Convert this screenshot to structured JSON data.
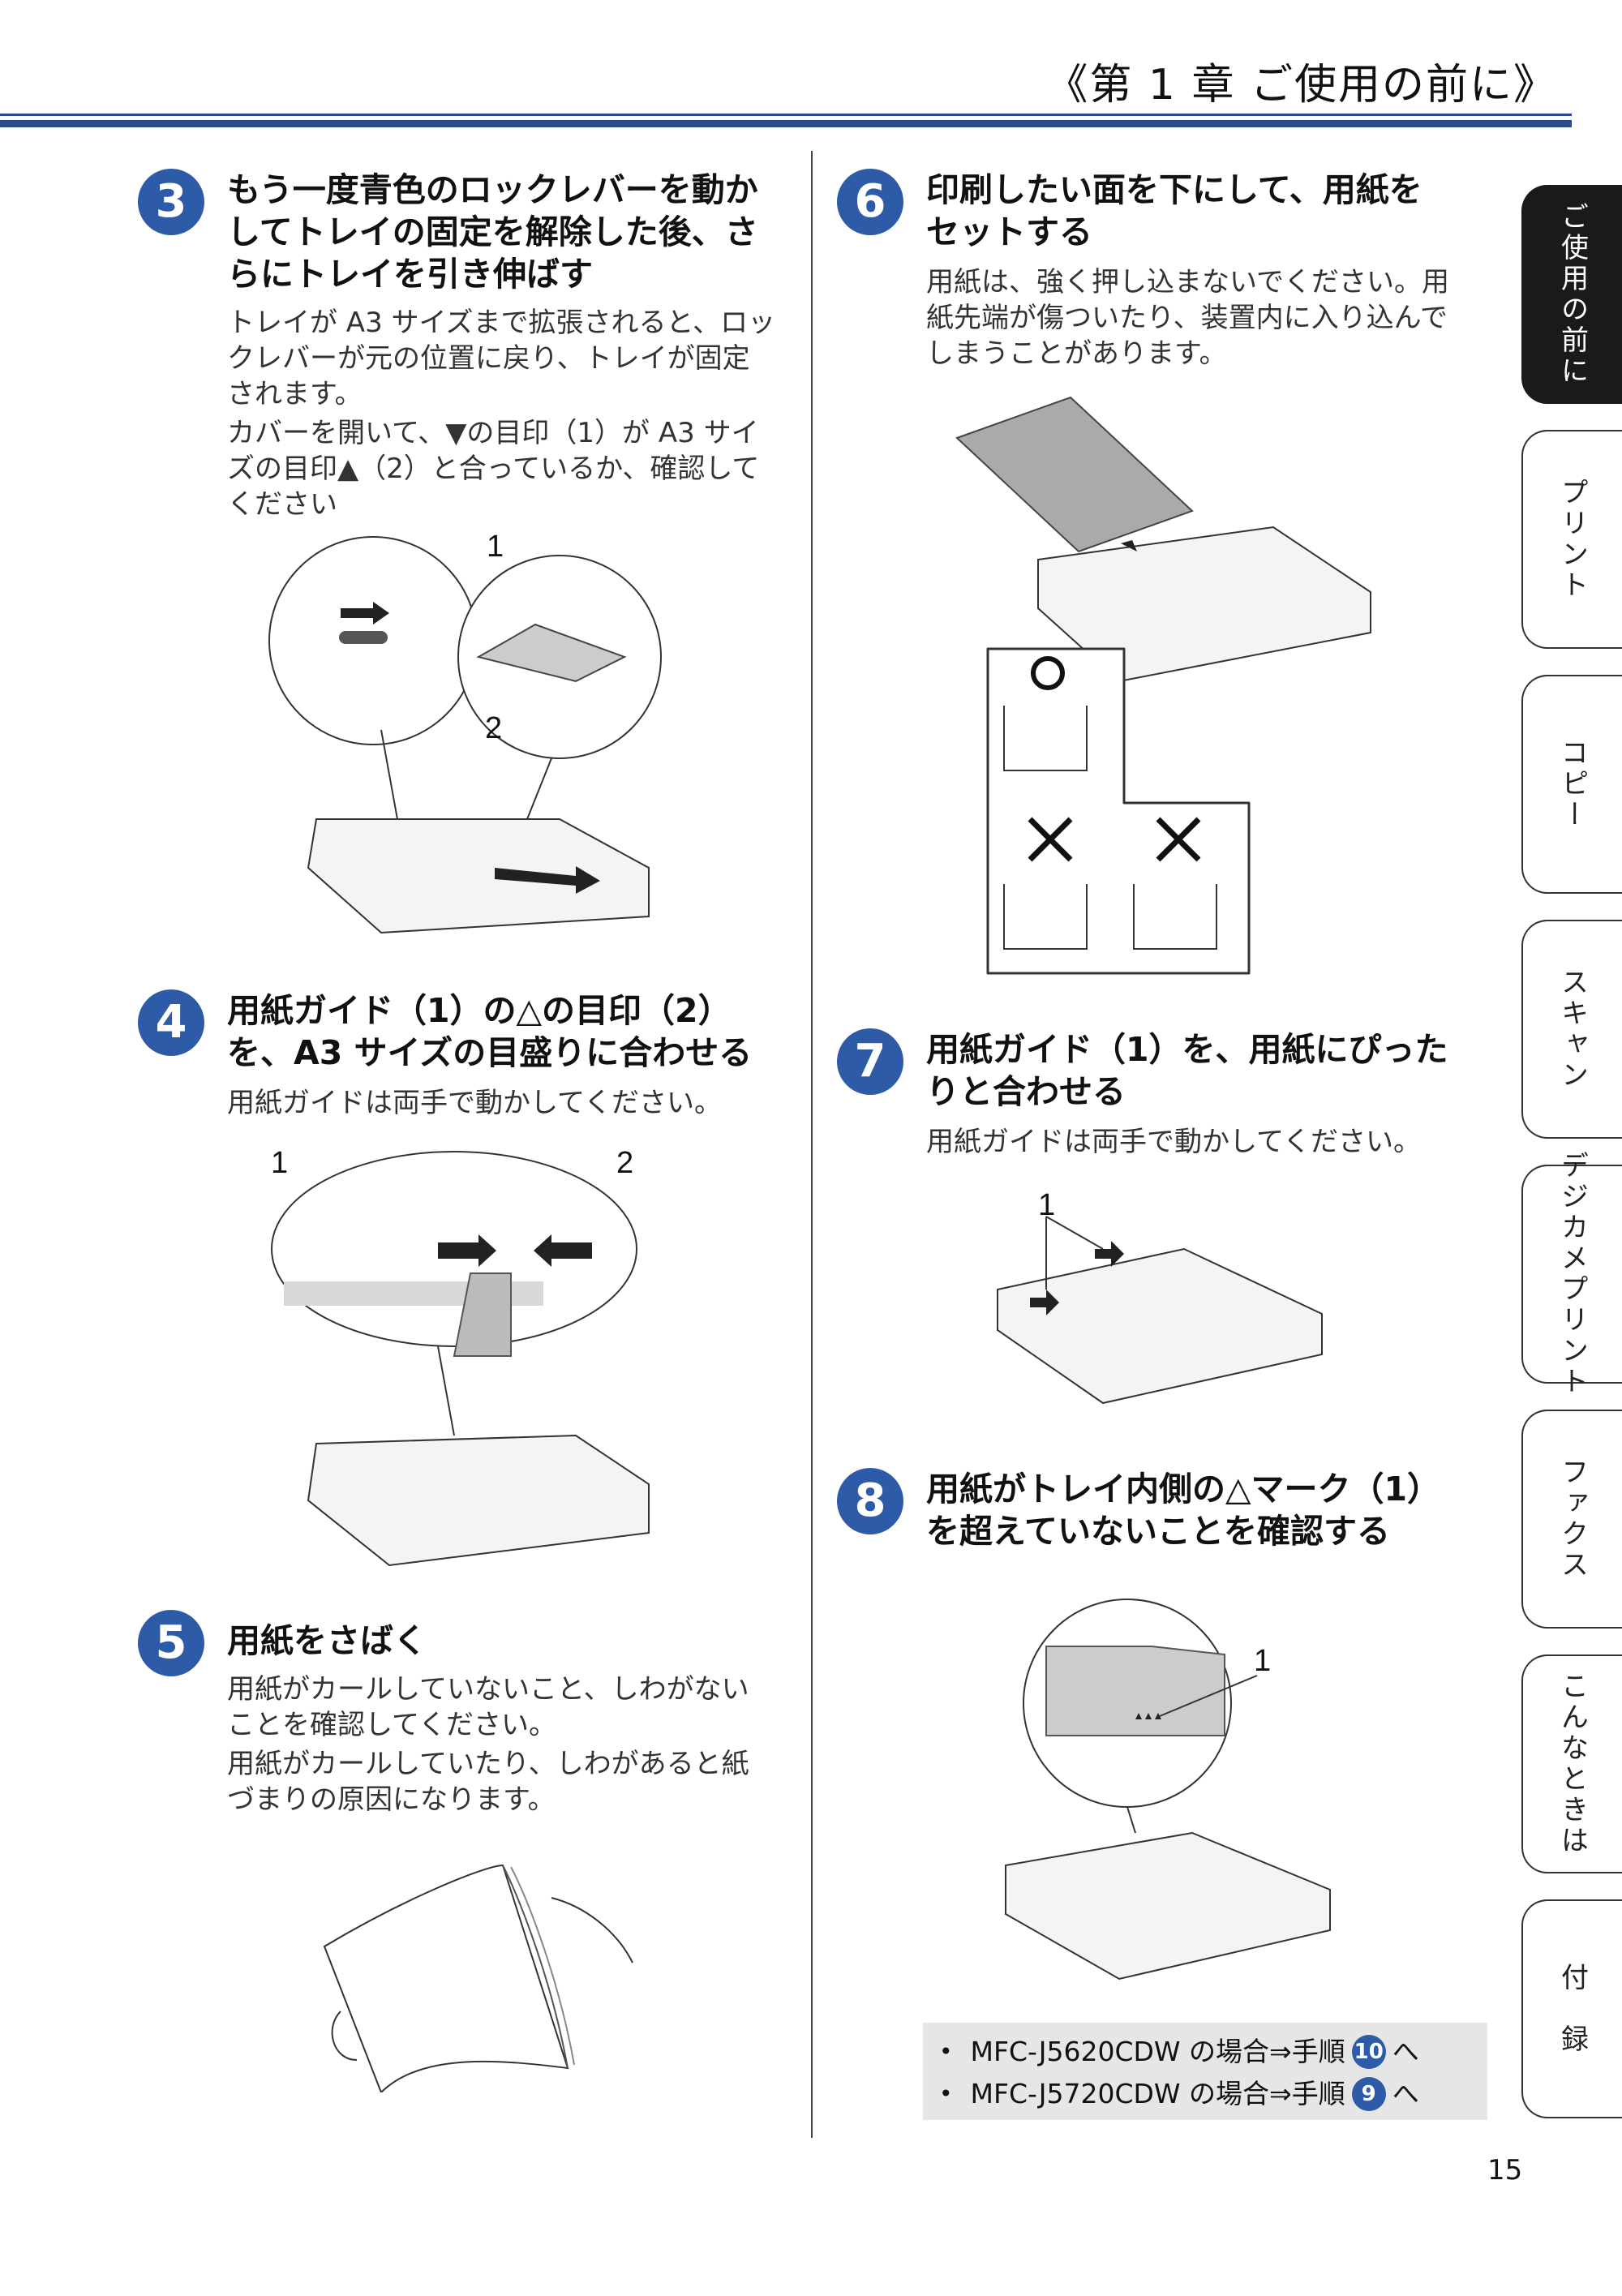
{
  "header": {
    "chapter_title": "《第 1 章 ご使用の前に》"
  },
  "steps": {
    "s3": {
      "number": "3",
      "title_lines": [
        "もう一度青色のロックレバーを動か",
        "してトレイの固定を解除した後、さ",
        "らにトレイを引き伸ばす"
      ],
      "body": [
        [
          "トレイが A3 サイズまで拡張されると、ロッ",
          "クレバーが元の位置に戻り、トレイが固定",
          "されます。"
        ],
        [
          "カバーを開いて、▼の目印（1）が A3 サイ",
          "ズの目印▲（2）と合っているか、確認して",
          "ください"
        ]
      ],
      "callouts": [
        "1",
        "2"
      ]
    },
    "s4": {
      "number": "4",
      "title_lines": [
        "用紙ガイド（1）の△の目印（2）",
        "を、A3 サイズの目盛りに合わせる"
      ],
      "body": [
        [
          "用紙ガイドは両手で動かしてください。"
        ]
      ],
      "callouts": [
        "1",
        "2"
      ]
    },
    "s5": {
      "number": "5",
      "title_lines": [
        "用紙をさばく"
      ],
      "body": [
        [
          "用紙がカールしていないこと、しわがない",
          "ことを確認してください。"
        ],
        [
          "用紙がカールしていたり、しわがあると紙",
          "づまりの原因になります。"
        ]
      ]
    },
    "s6": {
      "number": "6",
      "title_lines": [
        "印刷したい面を下にして、用紙を",
        "セットする"
      ],
      "body": [
        [
          "用紙は、強く押し込まないでください。用",
          "紙先端が傷ついたり、装置内に入り込んで",
          "しまうことがあります。"
        ]
      ]
    },
    "s7": {
      "number": "7",
      "title_lines": [
        "用紙ガイド（1）を、用紙にぴった",
        "りと合わせる"
      ],
      "body": [
        [
          "用紙ガイドは両手で動かしてください。"
        ]
      ],
      "callouts": [
        "1"
      ]
    },
    "s8": {
      "number": "8",
      "title_lines": [
        "用紙がトレイ内側の△マーク（1）",
        "を超えていないことを確認する"
      ],
      "callouts": [
        "1"
      ]
    }
  },
  "notes": [
    {
      "bullet": "•",
      "text": "MFC-J5620CDW の場合⇒手順",
      "ref": "10",
      "suffix": "へ"
    },
    {
      "bullet": "•",
      "text": "MFC-J5720CDW の場合⇒手順",
      "ref": "9",
      "suffix": "へ"
    }
  ],
  "side_tabs": [
    {
      "label": "ご使用の前に",
      "active": true
    },
    {
      "label": "プリント",
      "active": false
    },
    {
      "label": "コピー",
      "active": false
    },
    {
      "label": "スキャン",
      "active": false
    },
    {
      "label": "デジカメプリント",
      "active": false
    },
    {
      "label": "ファクス",
      "active": false
    },
    {
      "label": "こんなときは",
      "active": false
    },
    {
      "label": "付　録",
      "active": false
    }
  ],
  "page_number": "15",
  "colors": {
    "accent": "#2d5ba8",
    "rule": "#2b4a8c",
    "tab_active": "#1a1a1a",
    "note_bg": "#e6e6e6"
  }
}
